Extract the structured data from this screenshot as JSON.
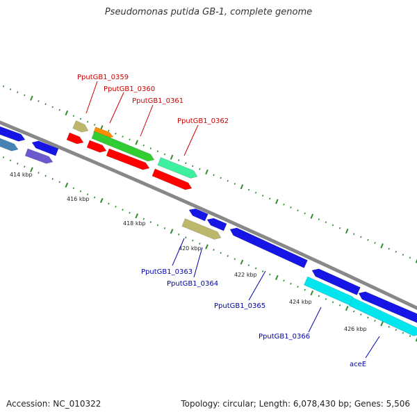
{
  "title": "Pseudomonas putida GB-1, complete genome",
  "footer": {
    "accession": "Accession: NC_010322",
    "summary": "Topology: circular; Length: 6,078,430 bp; Genes: 5,506"
  },
  "colors": {
    "backbone": "#888888",
    "tick": "#2e8b2e",
    "forward_label": "#cc0000",
    "reverse_label": "#0000aa"
  },
  "scale_labels": [
    "414 kbp",
    "416 kbp",
    "418 kbp",
    "420 kbp",
    "422 kbp",
    "424 kbp",
    "426 kbp"
  ],
  "gene_labels": {
    "forward": [
      "PputGB1_0359",
      "PputGB1_0360",
      "PputGB1_0361",
      "PputGB1_0362"
    ],
    "reverse": [
      "PputGB1_0363",
      "PputGB1_0364",
      "PputGB1_0365",
      "PputGB1_0366",
      "aceE"
    ]
  }
}
